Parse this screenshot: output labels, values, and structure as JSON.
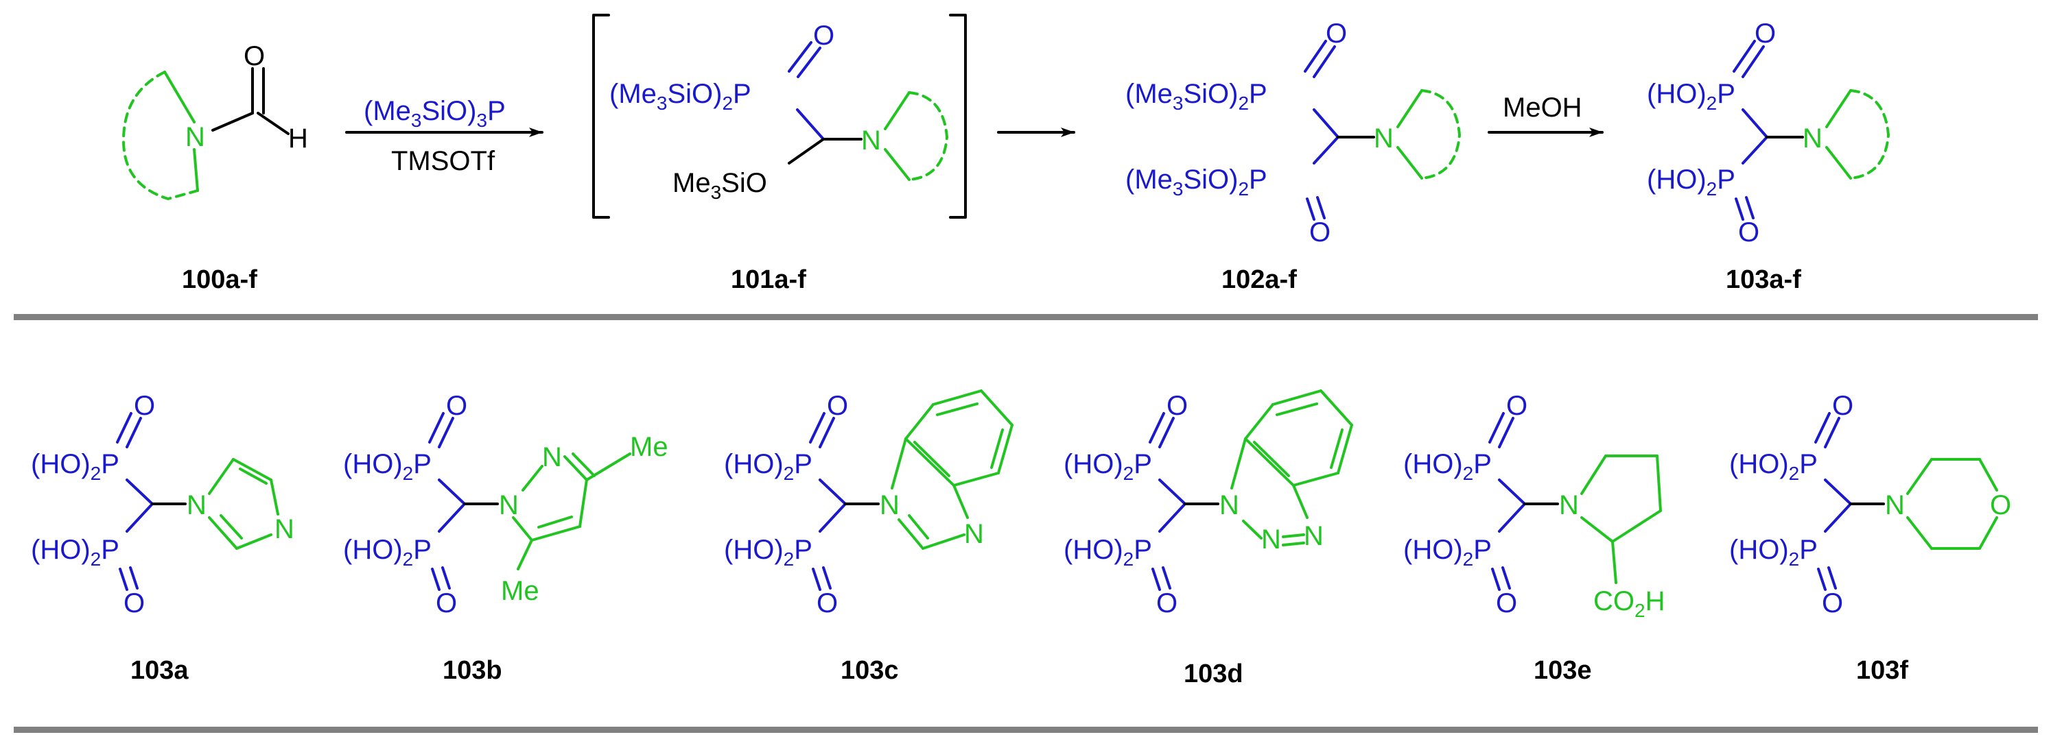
{
  "scheme": {
    "reagents": {
      "step1_above": "(Me3SiO)3P",
      "step1_below": "TMSOTf",
      "step3_above": "MeOH"
    },
    "compound_labels": {
      "c100": "100a-f",
      "c101": "101a-f",
      "c102": "102a-f",
      "c103": "103a-f",
      "a": "103a",
      "b": "103b",
      "c": "103c",
      "d": "103d",
      "e": "103e",
      "f": "103f"
    },
    "atoms": {
      "N": "N",
      "O": "O",
      "H": "H",
      "P": "P",
      "Me": "Me",
      "me3sio2_main": "(Me",
      "me3sio2_mid": "SiO)",
      "me3sio_ether_main": "Me",
      "me3sio_ether_tail": "SiO",
      "sub3": "3",
      "sub2": "2",
      "ho2_main": "(HO)",
      "co2h_main": "CO",
      "co2h_tail": "H"
    },
    "colors": {
      "phosphonate": "#1a1acc",
      "heterocycle": "#22c422",
      "text": "#000000",
      "divider": "#808080"
    }
  }
}
